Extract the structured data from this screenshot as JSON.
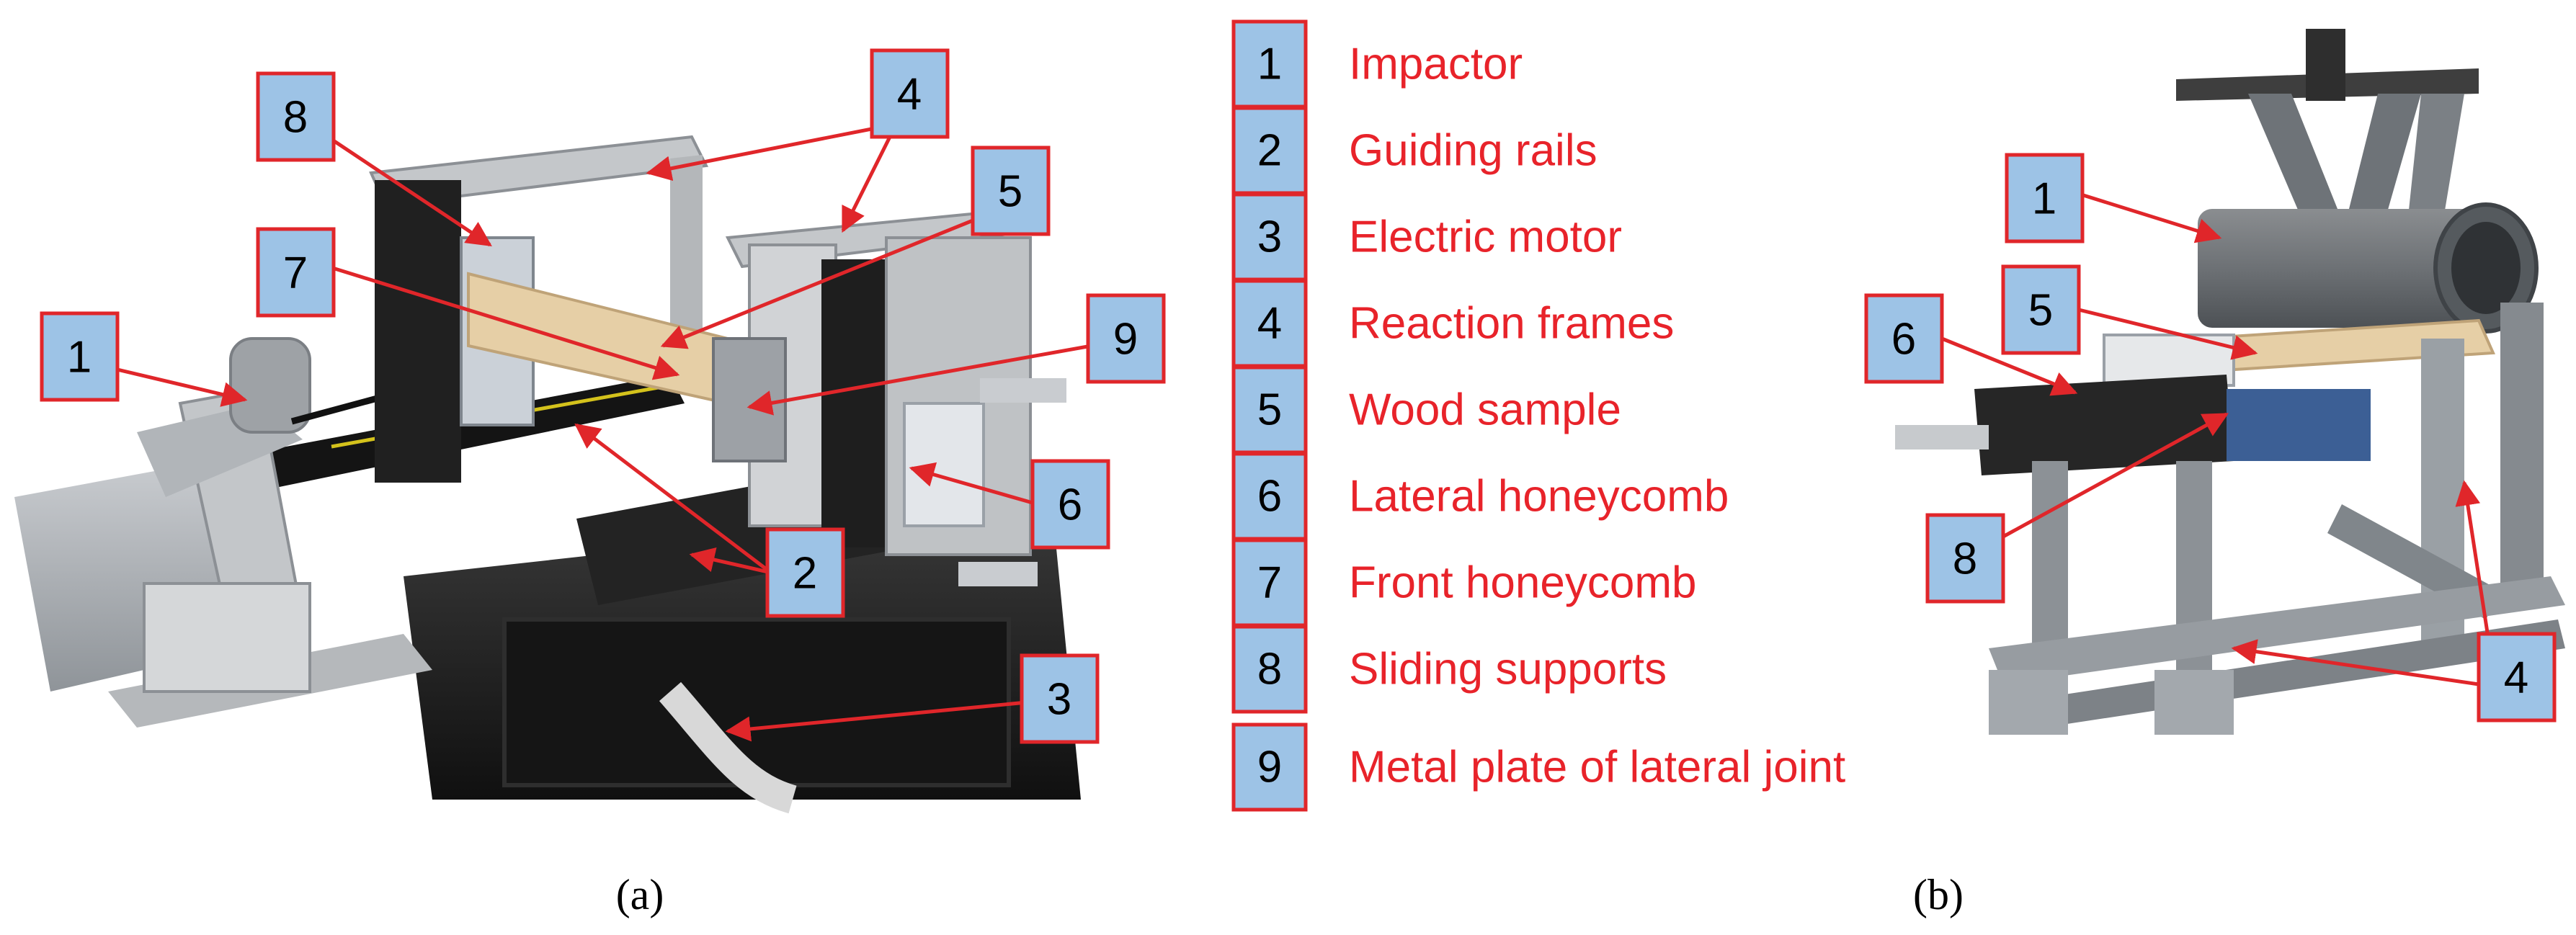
{
  "figure": {
    "panel_a": {
      "caption": "(a)",
      "callouts": [
        "1",
        "2",
        "3",
        "4",
        "5",
        "6",
        "7",
        "8",
        "9"
      ]
    },
    "legend": {
      "items": [
        {
          "num": "1",
          "label": "Impactor"
        },
        {
          "num": "2",
          "label": "Guiding rails"
        },
        {
          "num": "3",
          "label": "Electric motor"
        },
        {
          "num": "4",
          "label": "Reaction frames"
        },
        {
          "num": "5",
          "label": "Wood sample"
        },
        {
          "num": "6",
          "label": "Lateral honeycomb"
        },
        {
          "num": "7",
          "label": "Front honeycomb"
        },
        {
          "num": "8",
          "label": "Sliding supports"
        },
        {
          "num": "9",
          "label": "Metal plate of lateral joint"
        }
      ]
    },
    "panel_b": {
      "caption": "(b)",
      "callouts": [
        "1",
        "5",
        "6",
        "8",
        "4"
      ]
    },
    "colors": {
      "label_fill": "#9dc3e6",
      "label_border": "#e0262a",
      "label_text": "#e8232a",
      "arrow": "#e0262a",
      "rig_black": "#1c1c1c",
      "rig_grey": "#a7abb0",
      "wood": "#e6cfa6"
    }
  }
}
